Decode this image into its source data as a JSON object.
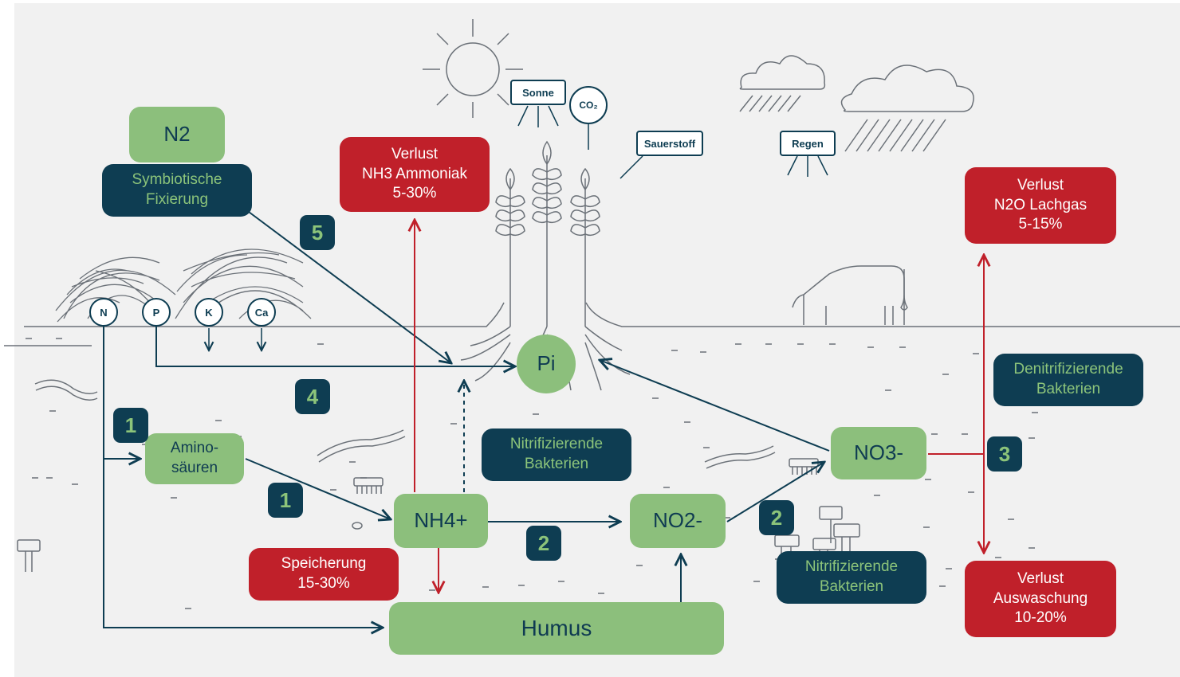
{
  "nodes": {
    "n2": "N2",
    "symbiotic": "Symbiotische\nFixierung",
    "loss_nh3": "Verlust\nNH3 Ammoniak\n5-30%",
    "pi": "Pi",
    "loss_n2o": "Verlust\nN2O Lachgas\n5-15%",
    "denitrifying": "Denitrifizierende\nBakterien",
    "amino": "Amino-\nsäuren",
    "nitrifying_1": "Nitrifizierende\nBakterien",
    "nh4": "NH4+",
    "no2": "NO2-",
    "no3": "NO3-",
    "nitrifying_2": "Nitrifizierende\nBakterien",
    "storage": "Speicherung\n15-30%",
    "humus": "Humus",
    "loss_leach": "Verlust\nAuswaschung\n10-20%"
  },
  "badges": {
    "b5": "5",
    "b4": "4",
    "b1a": "1",
    "b1b": "1",
    "b2a": "2",
    "b2b": "2",
    "b3": "3"
  },
  "nutrients": [
    "N",
    "P",
    "K",
    "Ca"
  ],
  "labels": {
    "sun": "Sonne",
    "co2": "CO₂",
    "oxygen": "Sauerstoff",
    "rain": "Regen"
  },
  "colors": {
    "green": "#8cbf7c",
    "navy": "#0e3d52",
    "red": "#c0202a",
    "background": "#f1f1f1"
  }
}
